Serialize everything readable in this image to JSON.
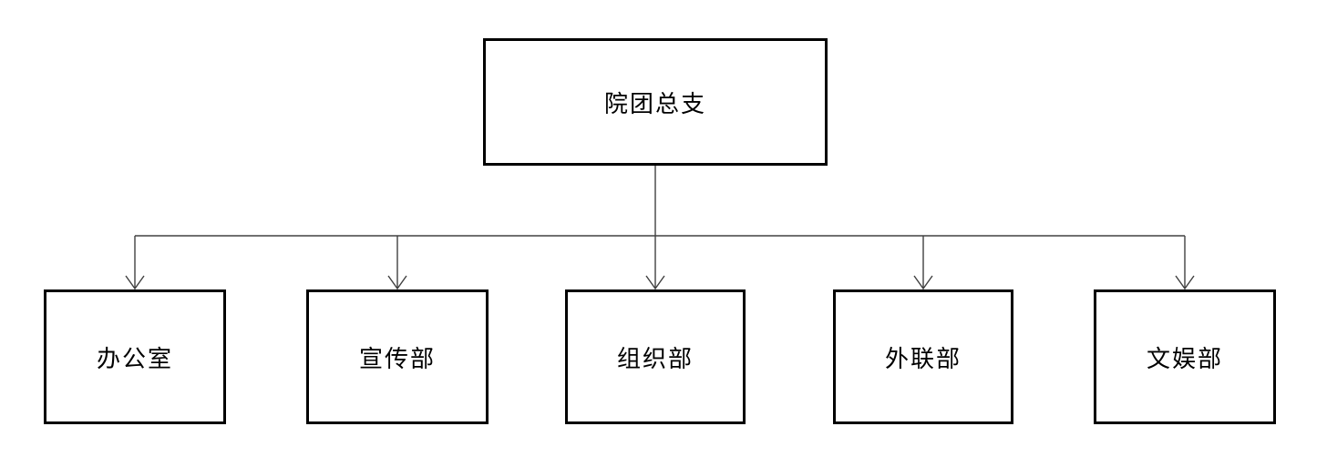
{
  "diagram": {
    "type": "org-chart",
    "root": {
      "label": "院团总支"
    },
    "children": [
      {
        "label": "办公室"
      },
      {
        "label": "宣传部"
      },
      {
        "label": "组织部"
      },
      {
        "label": "外联部"
      },
      {
        "label": "文娱部"
      }
    ],
    "colors": {
      "background": "#ffffff",
      "box_border": "#000000",
      "connector": "#404040",
      "text": "#000000"
    }
  }
}
